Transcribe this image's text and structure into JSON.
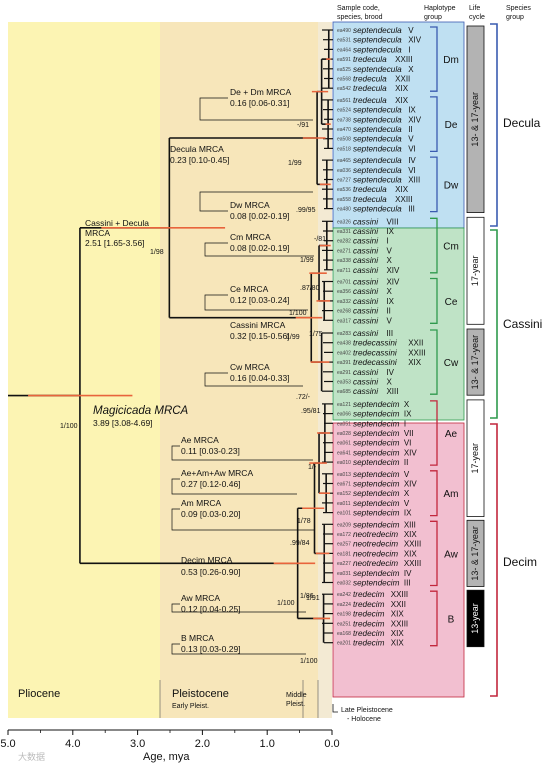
{
  "header": {
    "sample_col": [
      "Sample code,",
      "species, brood"
    ],
    "haplotype_col": [
      "Haplotype",
      "group"
    ],
    "life_col": [
      "Life",
      "cycle"
    ],
    "species_col": [
      "Species",
      "group"
    ]
  },
  "epochs": {
    "pliocene": "Pliocene",
    "pleistocene": "Pleistocene",
    "early": "Early Pleist.",
    "middle": [
      "Middle",
      "Pleist."
    ],
    "late": [
      "Late Pleistocene",
      "- Holocene"
    ]
  },
  "axis": {
    "ticks": [
      "5.0",
      "4.0",
      "3.0",
      "2.0",
      "1.0",
      "0.0"
    ],
    "label": "Age, mya"
  },
  "mrca": [
    {
      "id": "magicicada",
      "name": "Magicicada MRCA",
      "value": "3.89 [3.08-4.69]",
      "support": "1/100"
    },
    {
      "id": "cassini-decula",
      "name": "Cassini + Decula",
      "name2": "MRCA",
      "value": "2.51 [1.65-3.56]",
      "support": "1/98"
    },
    {
      "id": "decula",
      "name": "Decula MRCA",
      "value": "0.23 [0.10-0.45]",
      "support": "1/99"
    },
    {
      "id": "de-dm",
      "name": "De + Dm MRCA",
      "value": "0.16 [0.06-0.31]",
      "support": "-/91"
    },
    {
      "id": "dw",
      "name": "Dw MRCA",
      "value": "0.08 [0.02-0.19]",
      "support": ".99/95"
    },
    {
      "id": "cm",
      "name": "Cm MRCA",
      "value": "0.08 [0.02-0.19]",
      "support": "-/81"
    },
    {
      "id": "ce",
      "name": "Ce MRCA",
      "value": "0.12 [0.03-0.24]",
      "support": "1/100"
    },
    {
      "id": "cassini",
      "name": "Cassini MRCA",
      "value": "0.32 [0.15-0.56]",
      "support": "1/99"
    },
    {
      "id": "cw",
      "name": "Cw MRCA",
      "value": "0.16 [0.04-0.33]",
      "support": ".72/-"
    },
    {
      "id": "ae",
      "name": "Ae MRCA",
      "value": "0.11 [0.03-0.23]",
      "support": "1/-"
    },
    {
      "id": "ae-am-aw",
      "name": "Ae+Am+Aw MRCA",
      "value": "0.27 [0.12-0.46]",
      "support": ".99/84"
    },
    {
      "id": "am",
      "name": "Am MRCA",
      "value": "0.09 [0.03-0.20]",
      "support": "1/78"
    },
    {
      "id": "decim",
      "name": "Decim MRCA",
      "value": "0.53 [0.26-0.90]",
      "support": "1/100"
    },
    {
      "id": "aw",
      "name": "Aw MRCA",
      "value": "0.12 [0.04-0.25]",
      "support": "1/86"
    },
    {
      "id": "b",
      "name": "B MRCA",
      "value": "0.13 [0.03-0.29]",
      "support": "1/100"
    }
  ],
  "extra_support": [
    "1/99",
    ".87/80",
    "1/75",
    ".95/81",
    "1/91"
  ],
  "groups": [
    {
      "name": "Dm",
      "tips": [
        [
          "ea490",
          "septendecula",
          "V"
        ],
        [
          "ea531",
          "septendecula",
          "XIV"
        ],
        [
          "ea464",
          "septendecula",
          "I"
        ],
        [
          "ea591",
          "tredecula",
          "XXIII"
        ],
        [
          "ea525",
          "septendecula",
          "X"
        ],
        [
          "ea568",
          "tredecula",
          "XXII"
        ],
        [
          "ea542",
          "tredecula",
          "XIX"
        ]
      ]
    },
    {
      "name": "De",
      "tips": [
        [
          "ea561",
          "tredecula",
          "XIX"
        ],
        [
          "ea524",
          "septendecula",
          "IX"
        ],
        [
          "ea738",
          "septendecula",
          "XIV"
        ],
        [
          "ea470",
          "septendecula",
          "II"
        ],
        [
          "ea508",
          "septendecula",
          "V"
        ],
        [
          "ea518",
          "septendecula",
          "VI"
        ]
      ]
    },
    {
      "name": "Dw",
      "tips": [
        [
          "ea465",
          "septendecula",
          "IV"
        ],
        [
          "ea036",
          "septendecula",
          "VI"
        ],
        [
          "ea727",
          "septendecula",
          "XIII"
        ],
        [
          "ea536",
          "tredecula",
          "XIX"
        ],
        [
          "ea558",
          "tredecula",
          "XXIII"
        ],
        [
          "ea480",
          "septendecula",
          "III"
        ]
      ]
    },
    {
      "name": "Cm",
      "tips": [
        [
          "ea326",
          "cassini",
          "VIII"
        ],
        [
          "ea331",
          "cassini",
          "IX"
        ],
        [
          "ea282",
          "cassini",
          "I"
        ],
        [
          "ea271",
          "cassini",
          "V"
        ],
        [
          "ea338",
          "cassini",
          "X"
        ],
        [
          "ea711",
          "cassini",
          "XIV"
        ]
      ]
    },
    {
      "name": "Ce",
      "tips": [
        [
          "ea701",
          "cassini",
          "XIV"
        ],
        [
          "ea356",
          "cassini",
          "X"
        ],
        [
          "ea332",
          "cassini",
          "IX"
        ],
        [
          "ea268",
          "cassini",
          "II"
        ],
        [
          "ea317",
          "cassini",
          "V"
        ]
      ]
    },
    {
      "name": "Cw",
      "tips": [
        [
          "ea283",
          "cassini",
          "III"
        ],
        [
          "ea438",
          "tredecassini",
          "XXII"
        ],
        [
          "ea402",
          "tredecassini",
          "XXIII"
        ],
        [
          "ea391",
          "tredecassini",
          "XIX"
        ],
        [
          "ea291",
          "cassini",
          "IV"
        ],
        [
          "ea353",
          "cassini",
          "X"
        ],
        [
          "ea685",
          "cassini",
          "XIII"
        ]
      ]
    },
    {
      "name": "Ae",
      "tips": [
        [
          "ea121",
          "septendecim",
          "X"
        ],
        [
          "ea066",
          "septendecim",
          "IX"
        ],
        [
          "ea051",
          "septendecim",
          "I"
        ],
        [
          "ea028",
          "septendecim",
          "VII"
        ],
        [
          "ea061",
          "septendecim",
          "VI"
        ],
        [
          "ea641",
          "septendecim",
          "XIV"
        ],
        [
          "ea010",
          "septendecim",
          "II"
        ]
      ]
    },
    {
      "name": "Am",
      "tips": [
        [
          "ea013",
          "septendecim",
          "V"
        ],
        [
          "ea671",
          "septendecim",
          "XIV"
        ],
        [
          "ea152",
          "septendecim",
          "X"
        ],
        [
          "ea011",
          "septendecim",
          "V"
        ],
        [
          "ea101",
          "septendecim",
          "IX"
        ]
      ]
    },
    {
      "name": "Aw",
      "tips": [
        [
          "ea209",
          "septendecim",
          "XIII"
        ],
        [
          "ea172",
          "neotredecim",
          "XIX"
        ],
        [
          "ea257",
          "neotredecim",
          "XXIII"
        ],
        [
          "ea181",
          "neotredecim",
          "XIX"
        ],
        [
          "ea227",
          "neotredecim",
          "XXIII"
        ],
        [
          "ea031",
          "septendecim",
          "IV"
        ],
        [
          "ea032",
          "septendecim",
          "III"
        ]
      ]
    },
    {
      "name": "B",
      "tips": [
        [
          "ea242",
          "tredecim",
          "XXIII"
        ],
        [
          "ea224",
          "tredecim",
          "XXII"
        ],
        [
          "ea198",
          "tredecim",
          "XIX"
        ],
        [
          "ea251",
          "tredecim",
          "XXIII"
        ],
        [
          "ea168",
          "tredecim",
          "XIX"
        ],
        [
          "ea201",
          "tredecim",
          "XIX"
        ]
      ]
    }
  ],
  "life_cycles": [
    {
      "label": "13- & 17-year",
      "fill": "#b3b3b3"
    },
    {
      "label": "17-year",
      "fill": "#ffffff"
    },
    {
      "label": "13- & 17-year",
      "fill": "#b3b3b3"
    },
    {
      "label": "17-year",
      "fill": "#ffffff"
    },
    {
      "label": "13- & 17-year",
      "fill": "#b3b3b3"
    },
    {
      "label": "13-year",
      "fill": "#000000"
    }
  ],
  "species_groups": [
    "Decula",
    "Cassini",
    "Decim"
  ],
  "colors": {
    "decula": "#bfe0f2",
    "decula_edge": "#3a5bb0",
    "cassini": "#bfe3c6",
    "cassini_edge": "#2f9a4d",
    "decim": "#f2bfd0",
    "decim_edge": "#c2273d",
    "error_bar": "#e8643c",
    "pliocene_bg": "#fcf4b3",
    "pleistocene_bg": "#f7e6ba"
  },
  "watermark": "大数据"
}
